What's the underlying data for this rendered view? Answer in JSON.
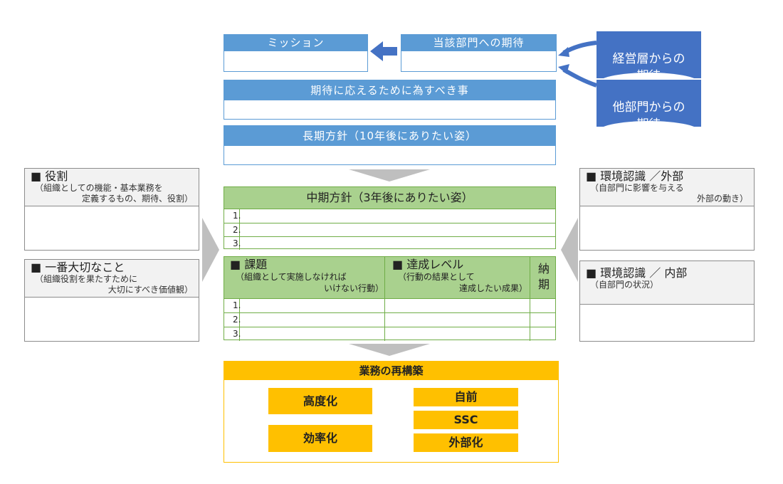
{
  "mission": {
    "title": "ミッション"
  },
  "expectation": {
    "title": "当該部門への期待"
  },
  "mgmt_expect": {
    "text": "経営層からの\n期待"
  },
  "other_expect": {
    "text": "他部門からの\n期待"
  },
  "todo": {
    "title": "期待に応えるために為すべき事"
  },
  "longterm": {
    "title": "長期方針（10年後にありたい姿）"
  },
  "role": {
    "title": "■ 役割",
    "sub1": "（組織としての機能・基本業務を",
    "sub2": "定義するもの、期待、役割）"
  },
  "value": {
    "title": "■ 一番大切なこと",
    "sub1": "（組織役割を果たすために",
    "sub2": "大切にすべき価値観）"
  },
  "env_out": {
    "title": "■ 環境認識 ／外部",
    "sub1": "（自部門に影響を与える",
    "sub2": "外部の動き）"
  },
  "env_in": {
    "title": "■ 環境認識 ／ 内部",
    "sub1": "（自部門の状況）"
  },
  "midterm": {
    "title": "中期方針（3年後にありたい姿）",
    "rows": [
      "1.",
      "2.",
      "3."
    ]
  },
  "issues": {
    "col1_title": "■ 課題",
    "col1_sub1": "（組織として実施しなければ",
    "col1_sub2": "いけない行動）",
    "col2_title": "■ 達成レベル",
    "col2_sub1": "（行動の結果として",
    "col2_sub2": "達成したい成果）",
    "col3_title": "納\n期",
    "rows": [
      "1.",
      "2.",
      "3."
    ]
  },
  "restructure": {
    "title": "業務の再構築",
    "left": [
      "高度化",
      "効率化"
    ],
    "right": [
      "自前",
      "SSC",
      "外部化"
    ]
  },
  "colors": {
    "blue": "#5b9bd5",
    "navy": "#4472c4",
    "green": "#a9d18e",
    "gold": "#ffc000",
    "gray": "#bfbfbf"
  }
}
